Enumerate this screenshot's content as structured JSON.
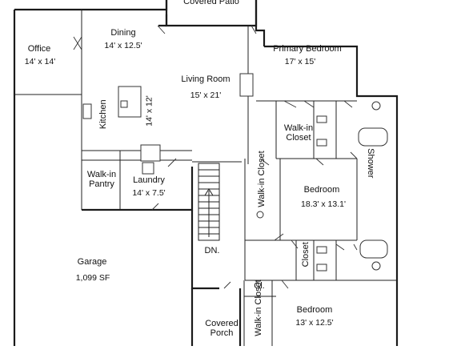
{
  "plan": {
    "rooms": [
      {
        "id": "covered-patio",
        "name": "Covered Patio",
        "size": ""
      },
      {
        "id": "office",
        "name": "Office",
        "size": "14' x 14'"
      },
      {
        "id": "dining",
        "name": "Dining",
        "size": "14' x 12.5'"
      },
      {
        "id": "primary-bedroom",
        "name": "Primary Bedroom",
        "size": "17' x 15'"
      },
      {
        "id": "living-room",
        "name": "Living Room",
        "size": "15' x 21'"
      },
      {
        "id": "kitchen",
        "name": "Kitchen",
        "size": "14' x 12'"
      },
      {
        "id": "walk-in-closet-primary",
        "name": "Walk-in Closet",
        "size": ""
      },
      {
        "id": "shower",
        "name": "Shower",
        "size": ""
      },
      {
        "id": "walk-in-pantry",
        "name": "Walk-in Pantry",
        "size": ""
      },
      {
        "id": "laundry",
        "name": "Laundry",
        "size": "14' x 7.5'"
      },
      {
        "id": "walk-in-closet-bedroom2",
        "name": "Walk-in Closet",
        "size": ""
      },
      {
        "id": "bedroom-2",
        "name": "Bedroom",
        "size": "18.3' x 13.1'"
      },
      {
        "id": "garage",
        "name": "Garage",
        "size": "1,099 SF"
      },
      {
        "id": "stairs-down",
        "name": "DN.",
        "size": ""
      },
      {
        "id": "closet-bedroom2",
        "name": "Closet",
        "size": ""
      },
      {
        "id": "closet-small",
        "name": "Cl.",
        "size": ""
      },
      {
        "id": "walk-in-closet-bedroom3",
        "name": "Walk-in Closet",
        "size": ""
      },
      {
        "id": "bedroom-3",
        "name": "Bedroom",
        "size": "13' x 12.5'"
      },
      {
        "id": "covered-porch",
        "name": "Covered Porch",
        "size": ""
      }
    ]
  }
}
